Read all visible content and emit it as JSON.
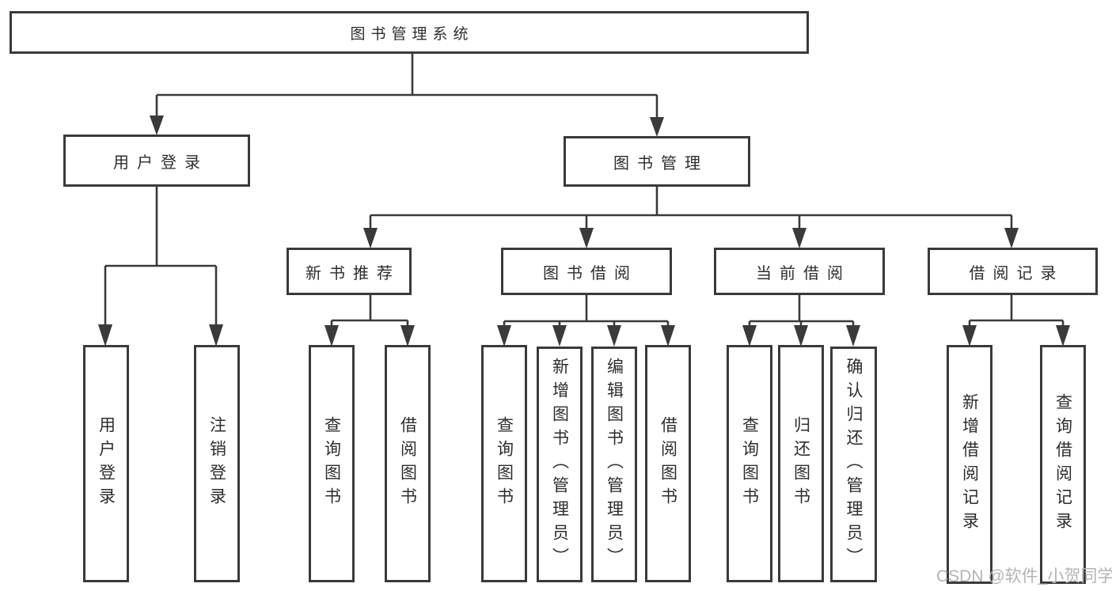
{
  "tree": {
    "label": "图书管理系统",
    "children": [
      {
        "label": "用户登录",
        "children": [
          {
            "label": "用户登录"
          },
          {
            "label": "注销登录"
          }
        ]
      },
      {
        "label": "图书管理",
        "children": [
          {
            "label": "新书推荐",
            "children": [
              {
                "label": "查询图书"
              },
              {
                "label": "借阅图书"
              }
            ]
          },
          {
            "label": "图书借阅",
            "children": [
              {
                "label": "查询图书"
              },
              {
                "label": "新增图书（管理员）"
              },
              {
                "label": "编辑图书（管理员）"
              },
              {
                "label": "借阅图书"
              }
            ]
          },
          {
            "label": "当前借阅",
            "children": [
              {
                "label": "查询图书"
              },
              {
                "label": "归还图书"
              },
              {
                "label": "确认归还（管理员）"
              }
            ]
          },
          {
            "label": "借阅记录",
            "children": [
              {
                "label": "新增借阅记录"
              },
              {
                "label": "查询借阅记录"
              }
            ]
          }
        ]
      }
    ]
  },
  "watermark": {
    "text": "CSDN @软件_小贺同学"
  },
  "colors": {
    "line": "#3a3a3a",
    "text": "#2d2d2d",
    "watermark": "#b4b4b4",
    "bg": "#ffffff"
  }
}
